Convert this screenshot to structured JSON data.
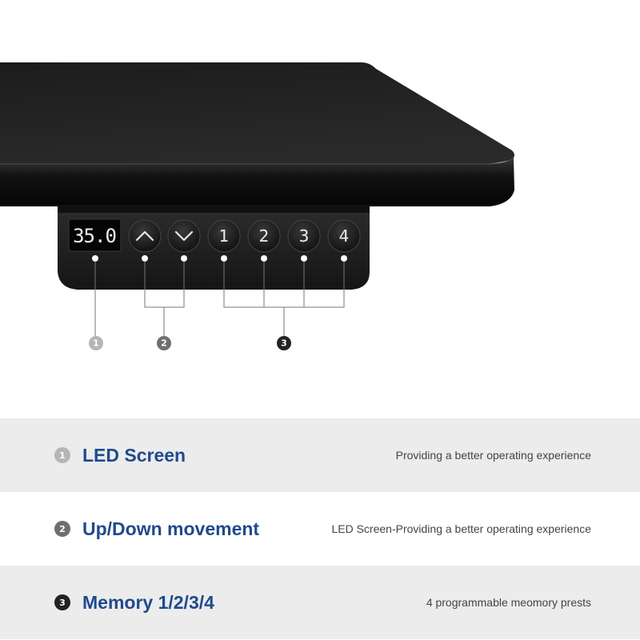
{
  "panel": {
    "display_value": "35.0",
    "buttons": [
      {
        "name": "up-button",
        "icon": "chevron-up-icon"
      },
      {
        "name": "down-button",
        "icon": "chevron-down-icon"
      },
      {
        "name": "memory-1-button",
        "label": "1"
      },
      {
        "name": "memory-2-button",
        "label": "2"
      },
      {
        "name": "memory-3-button",
        "label": "3"
      },
      {
        "name": "memory-4-button",
        "label": "4"
      }
    ]
  },
  "callouts": [
    {
      "number": "1",
      "color": "#b5b5b5"
    },
    {
      "number": "2",
      "color": "#6f6f6f"
    },
    {
      "number": "3",
      "color": "#222222"
    }
  ],
  "features": [
    {
      "number": "1",
      "title": "LED Screen",
      "description": "Providing a better operating experience",
      "badge_color": "#b5b5b5"
    },
    {
      "number": "2",
      "title": "Up/Down movement",
      "description": "LED Screen-Providing a better operating experience",
      "badge_color": "#6f6f6f"
    },
    {
      "number": "3",
      "title": "Memory 1/2/3/4",
      "description": "4 programmable meomory prests",
      "badge_color": "#222222"
    }
  ],
  "colors": {
    "title_blue": "#1f4a8c",
    "desktop_black": "#1b1b1b",
    "row_gray": "#ececec"
  }
}
